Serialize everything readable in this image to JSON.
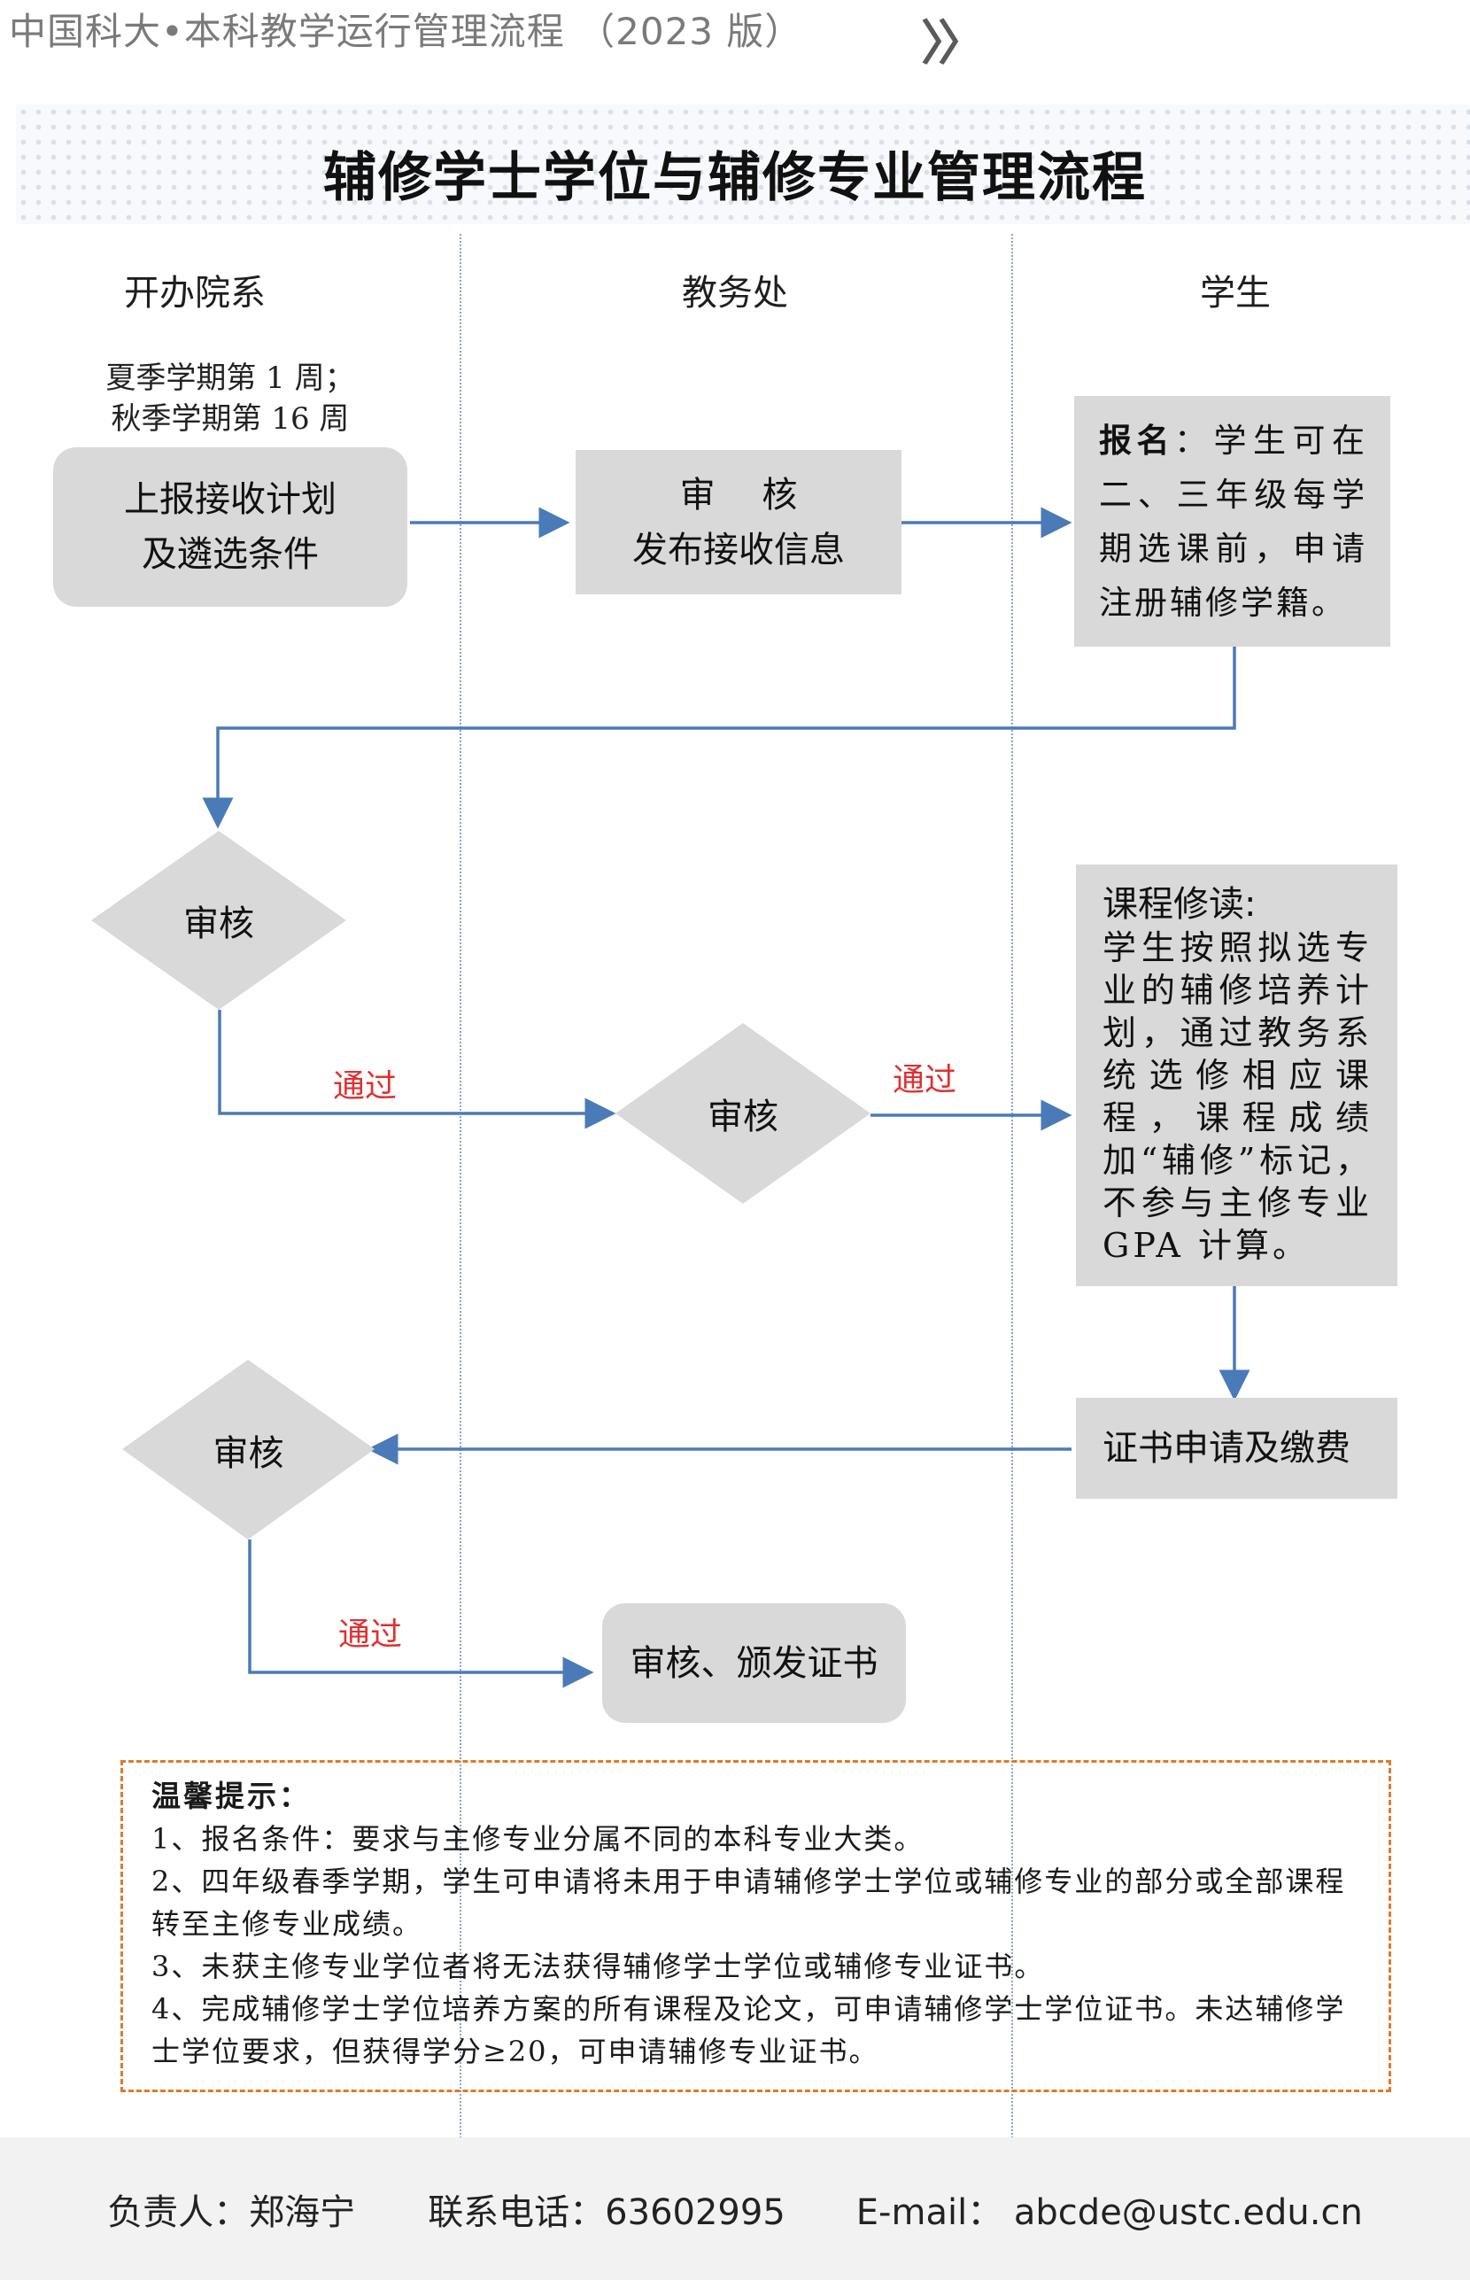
{
  "header": {
    "text": "中国科大•本科教学运行管理流程  （2023 版）",
    "chevron": "〉〉"
  },
  "title": "辅修学士学位与辅修专业管理流程",
  "columns": [
    "开办院系",
    "教务处",
    "学生"
  ],
  "timing_note": {
    "line1": "夏季学期第 1 周；",
    "line2": "秋季学期第 16 周"
  },
  "nodes": {
    "submit_plan": {
      "line1": "上报接收计划",
      "line2": "及遴选条件"
    },
    "review_publish": {
      "line1": "审　 核",
      "line2": "发布接收信息"
    },
    "register": {
      "bold": "报名",
      "text": "：学生可在二、三年级每学期选课前，申请注册辅修学籍。"
    },
    "review1": "审核",
    "review2": "审核",
    "coursework": {
      "heading": "课程修读:",
      "text": "学生按照拟选专业的辅修培养计划，通过教务系统选修相应课程，课程成绩加“辅修”标记，不参与主修专业GPA 计算。"
    },
    "certificate_apply": "证书申请及缴费",
    "review3": "审核",
    "issue": "审核、颁发证书"
  },
  "edge_labels": {
    "pass1": "通过",
    "pass2": "通过",
    "pass3": "通过"
  },
  "tips": {
    "title": "温馨提示：",
    "items": [
      "1、报名条件：要求与主修专业分属不同的本科专业大类。",
      "2、四年级春季学期，学生可申请将未用于申请辅修学士学位或辅修专业的部分或全部课程转至主修专业成绩。",
      "3、未获主修专业学位者将无法获得辅修学士学位或辅修专业证书。",
      "4、完成辅修学士学位培养方案的所有课程及论文，可申请辅修学士学位证书。未达辅修学士学位要求，但获得学分≥20，可申请辅修专业证书。"
    ]
  },
  "footer": {
    "person": "负责人：郑海宁",
    "phone": "联系电话：63602995",
    "email": "E-mail：  abcde@ustc.edu.cn"
  },
  "colors": {
    "arrow": "#4a7ab8",
    "box_fill": "#d9d9d9",
    "pass_label": "#e03030",
    "tips_border": "#e07a2a",
    "lane_line": "#86a6cf"
  }
}
